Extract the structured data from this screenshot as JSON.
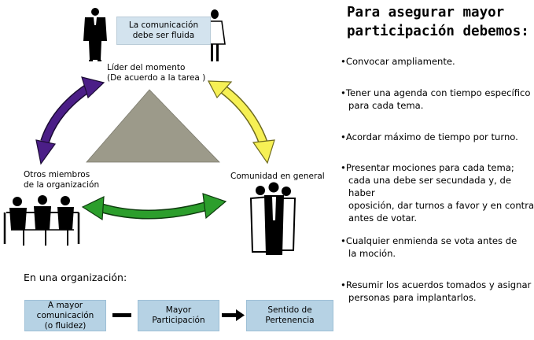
{
  "callout": {
    "line1": "La comunicación",
    "line2": "debe ser fluida"
  },
  "nodes": {
    "leader": {
      "line1": "Líder del momento",
      "line2": "(De acuerdo a la tarea )"
    },
    "others": {
      "line1": "Otros miembros",
      "line2": "de la organización"
    },
    "community": {
      "line1": "Comunidad en general"
    }
  },
  "org_label": "En una organización:",
  "flow": {
    "box1": {
      "line1": "A mayor comunicación",
      "line2": "(o fluidez)"
    },
    "box2": "Mayor Participación",
    "box3": "Sentido de Pertenencia"
  },
  "right": {
    "title_line1": "Para asegurar mayor",
    "title_line2": "participación debemos:",
    "items": [
      {
        "line1": "Convocar ampliamente."
      },
      {
        "line1": "Tener una agenda con tiempo específico",
        "line2": "para cada tema."
      },
      {
        "line1": "Acordar máximo de tiempo por turno."
      },
      {
        "line1": "Presentar mociones para cada tema;",
        "line2": "cada una debe ser secundada y, de haber",
        "line3": "oposición, dar turnos a favor y en contra",
        "line4": "antes de votar."
      },
      {
        "line1": "Cualquier enmienda se vota antes de",
        "line2": "la moción."
      },
      {
        "line1": "Resumir los acuerdos tomados y asignar",
        "line2": "personas para implantarlos."
      }
    ]
  },
  "colors": {
    "triangle": "#9c9a8a",
    "arrow_purple": "#4b1e87",
    "arrow_yellow": "#f6f055",
    "arrow_green": "#2c9e2c",
    "callout_bg": "#d3e3ee",
    "flowbox_bg": "#b6d2e4"
  },
  "icons": [
    "man-icon",
    "woman-icon",
    "meeting-group-icon",
    "crowd-icon"
  ]
}
